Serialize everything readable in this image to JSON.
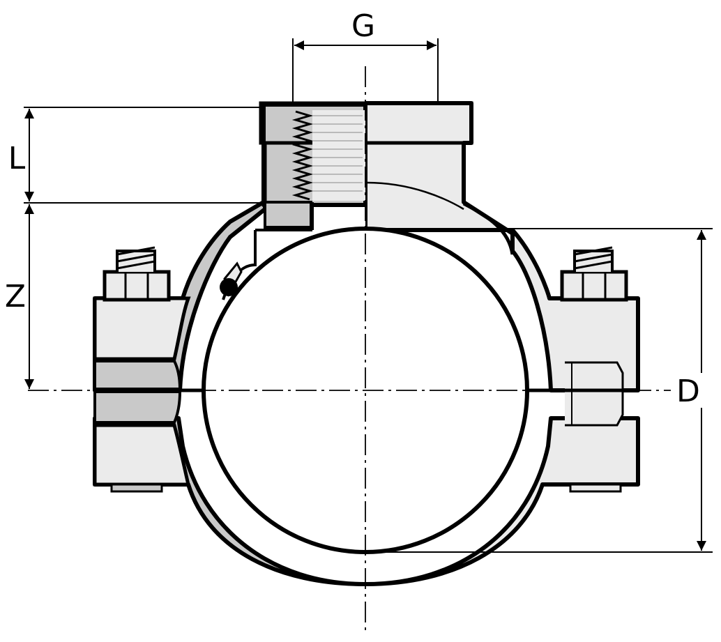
{
  "diagram": {
    "labels": {
      "G": "G",
      "L": "L",
      "Z": "Z",
      "D": "D"
    },
    "colors": {
      "section": "#c9c9c9",
      "body": "#ebebeb",
      "line": "#000000",
      "background": "#ffffff"
    }
  }
}
